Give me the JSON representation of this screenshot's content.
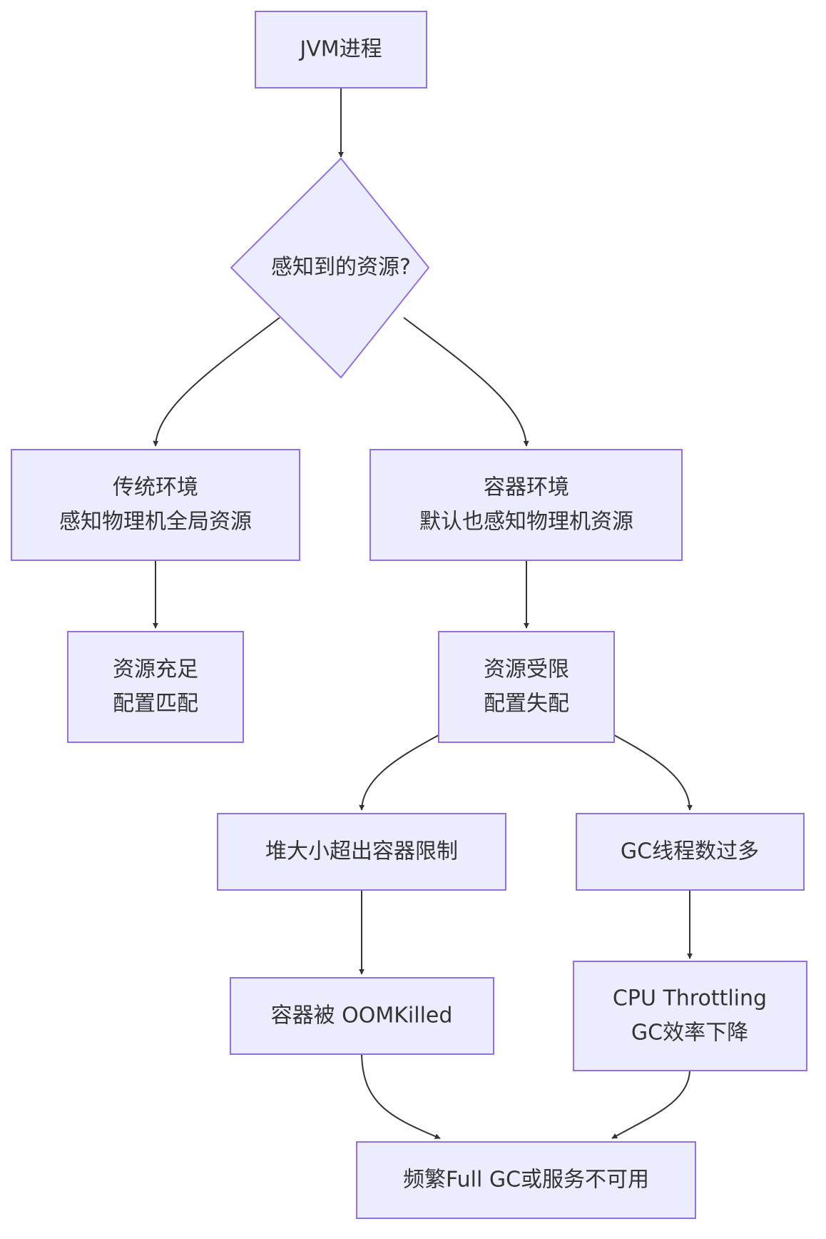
{
  "nodes": {
    "jvm_process": {
      "lines": [
        "JVM进程"
      ]
    },
    "decision": {
      "lines": [
        "感知到的资源?"
      ]
    },
    "traditional_env": {
      "lines": [
        "传统环境",
        "感知物理机全局资源"
      ]
    },
    "container_env": {
      "lines": [
        "容器环境",
        "默认也感知物理机资源"
      ]
    },
    "resource_sufficient": {
      "lines": [
        "资源充足",
        "配置匹配"
      ]
    },
    "resource_limited": {
      "lines": [
        "资源受限",
        "配置失配"
      ]
    },
    "heap_exceeds": {
      "lines": [
        "堆大小超出容器限制"
      ]
    },
    "gc_threads": {
      "lines": [
        "GC线程数过多"
      ]
    },
    "oomkilled": {
      "lines": [
        "容器被 OOMKilled"
      ]
    },
    "cpu_throttling": {
      "lines": [
        "CPU Throttling",
        "GC效率下降"
      ]
    },
    "frequent_gc": {
      "lines": [
        "频繁Full GC或服务不可用"
      ]
    }
  },
  "colors": {
    "node_fill": "#ececff",
    "node_stroke": "#9370db",
    "edge": "#333333",
    "text": "#333333"
  }
}
